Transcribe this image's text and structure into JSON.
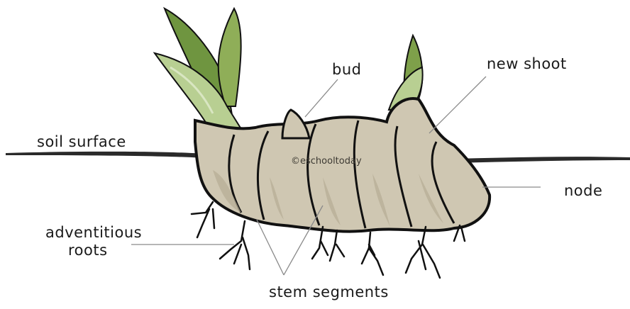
{
  "labels": {
    "bud": "bud",
    "new_shoot": "new shoot",
    "soil_surface": "soil surface",
    "node": "node",
    "adventitious_line1": "adventitious",
    "adventitious_line2": "roots",
    "stem_segments": "stem segments"
  },
  "watermark": "©eschooltoday",
  "colors": {
    "rhizome": "#cfc7b2",
    "rhizome_shade": "#b6ad95",
    "outline": "#111111",
    "leaf_dark": "#7ea04a",
    "leaf_light": "#b7cf8f",
    "soil_line": "#2a2a2a",
    "leader_line": "#8a8a8a"
  }
}
